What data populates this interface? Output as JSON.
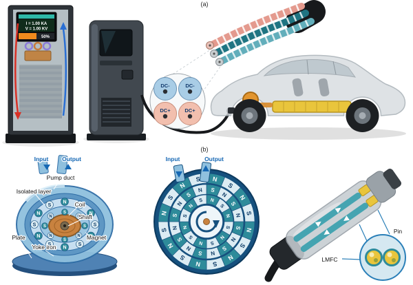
{
  "figure": {
    "panel_a_label": "(a)",
    "panel_b_label": "(b)"
  },
  "panel_a": {
    "display": {
      "line1": "I = 1.00 KA",
      "line2": "V = 1.00 KV",
      "percent": "50%"
    },
    "cable_conductors": [
      {
        "label": "DC-"
      },
      {
        "label": "DC-"
      },
      {
        "label": "DC+"
      },
      {
        "label": "DC+"
      }
    ]
  },
  "panel_b": {
    "pump": {
      "input": "Input",
      "output": "Output",
      "pump_duct": "Pump duct",
      "isolated_layer": "Isolated layer",
      "coil": "Coil",
      "shaft": "Shaft",
      "plate": "Plate",
      "magnet": "Magnet",
      "yoke_iron": "Yoke iron",
      "poles_outer": [
        "N",
        "S",
        "N",
        "S",
        "N",
        "S",
        "N",
        "S",
        "N",
        "S",
        "N",
        "S"
      ],
      "poles_inner": [
        "S",
        "N",
        "S",
        "N",
        "S",
        "N",
        "S",
        "N"
      ]
    },
    "cross_section": {
      "input": "Input",
      "output": "Output",
      "poles_outer": [
        "N",
        "S",
        "N",
        "S",
        "N",
        "S",
        "N",
        "S",
        "N",
        "S",
        "N",
        "S",
        "N",
        "S",
        "N",
        "S"
      ],
      "poles_middle": [
        "S",
        "N",
        "S",
        "N",
        "S",
        "N",
        "S",
        "N",
        "S",
        "N",
        "S",
        "N",
        "S",
        "N",
        "S",
        "N"
      ],
      "poles_inner": [
        "N",
        "S",
        "N",
        "S",
        "N",
        "S",
        "N",
        "S",
        "N",
        "S",
        "N",
        "S"
      ]
    },
    "connector": {
      "pin": "Pin",
      "lmfc": "LMFC"
    }
  },
  "colors": {
    "screen_teal": "#2fb8a8",
    "progress_orange": "#f08a1d",
    "dc_negative_fill": "#a9cde6",
    "dc_positive_fill": "#f2bfae",
    "battery_yellow": "#e9c53c",
    "ring_teal": "#2e8b9a",
    "ring_light": "#dcecf3",
    "ring_navy": "#0d3b66",
    "ring_border": "#16507e",
    "leader_blue": "#2a7fb8",
    "label_blue": "#1668b4"
  }
}
